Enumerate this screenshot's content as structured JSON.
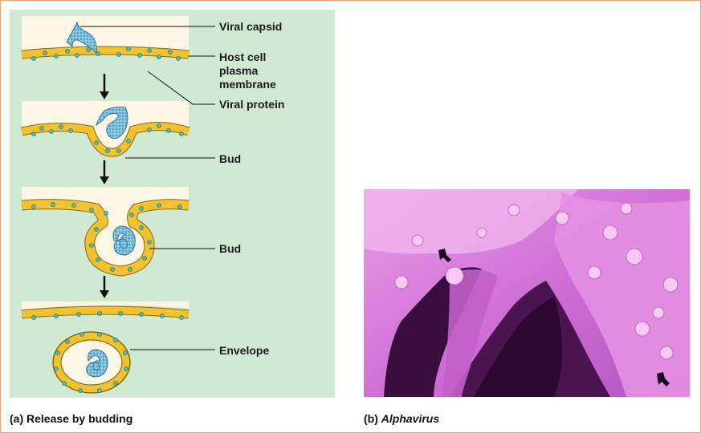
{
  "panel_a": {
    "labels": {
      "viral_capsid": "Viral capsid",
      "host_cell_plasma_membrane": "Host cell\nplasma\nmembrane",
      "viral_protein": "Viral protein",
      "bud_1": "Bud",
      "bud_2": "Bud",
      "envelope": "Envelope"
    },
    "caption_letter": "(a)",
    "caption_text": "Release by budding"
  },
  "panel_b": {
    "caption_letter": "(b)",
    "caption_text": "Alphavirus"
  },
  "colors": {
    "panel_bg": "#cfe9d3",
    "cell_interior": "#fdf6e4",
    "membrane": "#f2c230",
    "membrane_edge": "#8a6a10",
    "protein": "#5bb7a8",
    "capsid": "#6fb6d2",
    "micrograph_bg": "#d87ad8",
    "micrograph_dark": "#3a0d3f"
  }
}
